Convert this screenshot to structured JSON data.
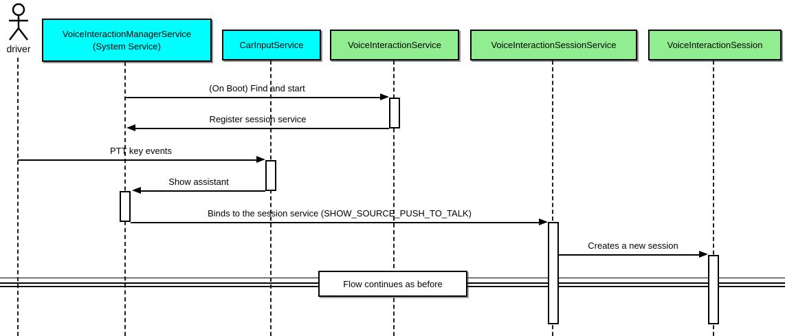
{
  "actor": {
    "label": "driver"
  },
  "participants": [
    {
      "name": "VoiceInteractionManagerService",
      "subtitle": "(System Service)",
      "color": "#00ffff"
    },
    {
      "name": "CarInputService",
      "color": "#00ffff"
    },
    {
      "name": "VoiceInteractionService",
      "color": "#90ee90"
    },
    {
      "name": "VoiceInteractionSessionService",
      "color": "#90ee90"
    },
    {
      "name": "VoiceInteractionSession",
      "color": "#90ee90"
    }
  ],
  "messages": [
    {
      "text": "(On Boot) Find and start",
      "from": "VoiceInteractionManagerService",
      "to": "VoiceInteractionService",
      "direction": "right"
    },
    {
      "text": "Register session service",
      "from": "VoiceInteractionService",
      "to": "VoiceInteractionManagerService",
      "direction": "left"
    },
    {
      "text": "PTT key events",
      "from": "driver",
      "to": "CarInputService",
      "direction": "right"
    },
    {
      "text": "Show assistant",
      "from": "CarInputService",
      "to": "VoiceInteractionManagerService",
      "direction": "left"
    },
    {
      "text": "Binds to the session service (SHOW_SOURCE_PUSH_TO_TALK)",
      "from": "VoiceInteractionManagerService",
      "to": "VoiceInteractionSessionService",
      "direction": "right"
    },
    {
      "text": "Creates a new session",
      "from": "VoiceInteractionSessionService",
      "to": "VoiceInteractionSession",
      "direction": "right"
    }
  ],
  "divider": {
    "label": "Flow continues as before"
  },
  "colors": {
    "participant_cyan": "#00ffff",
    "participant_green": "#90ee90",
    "line": "#000000",
    "background": "#ffffff"
  }
}
